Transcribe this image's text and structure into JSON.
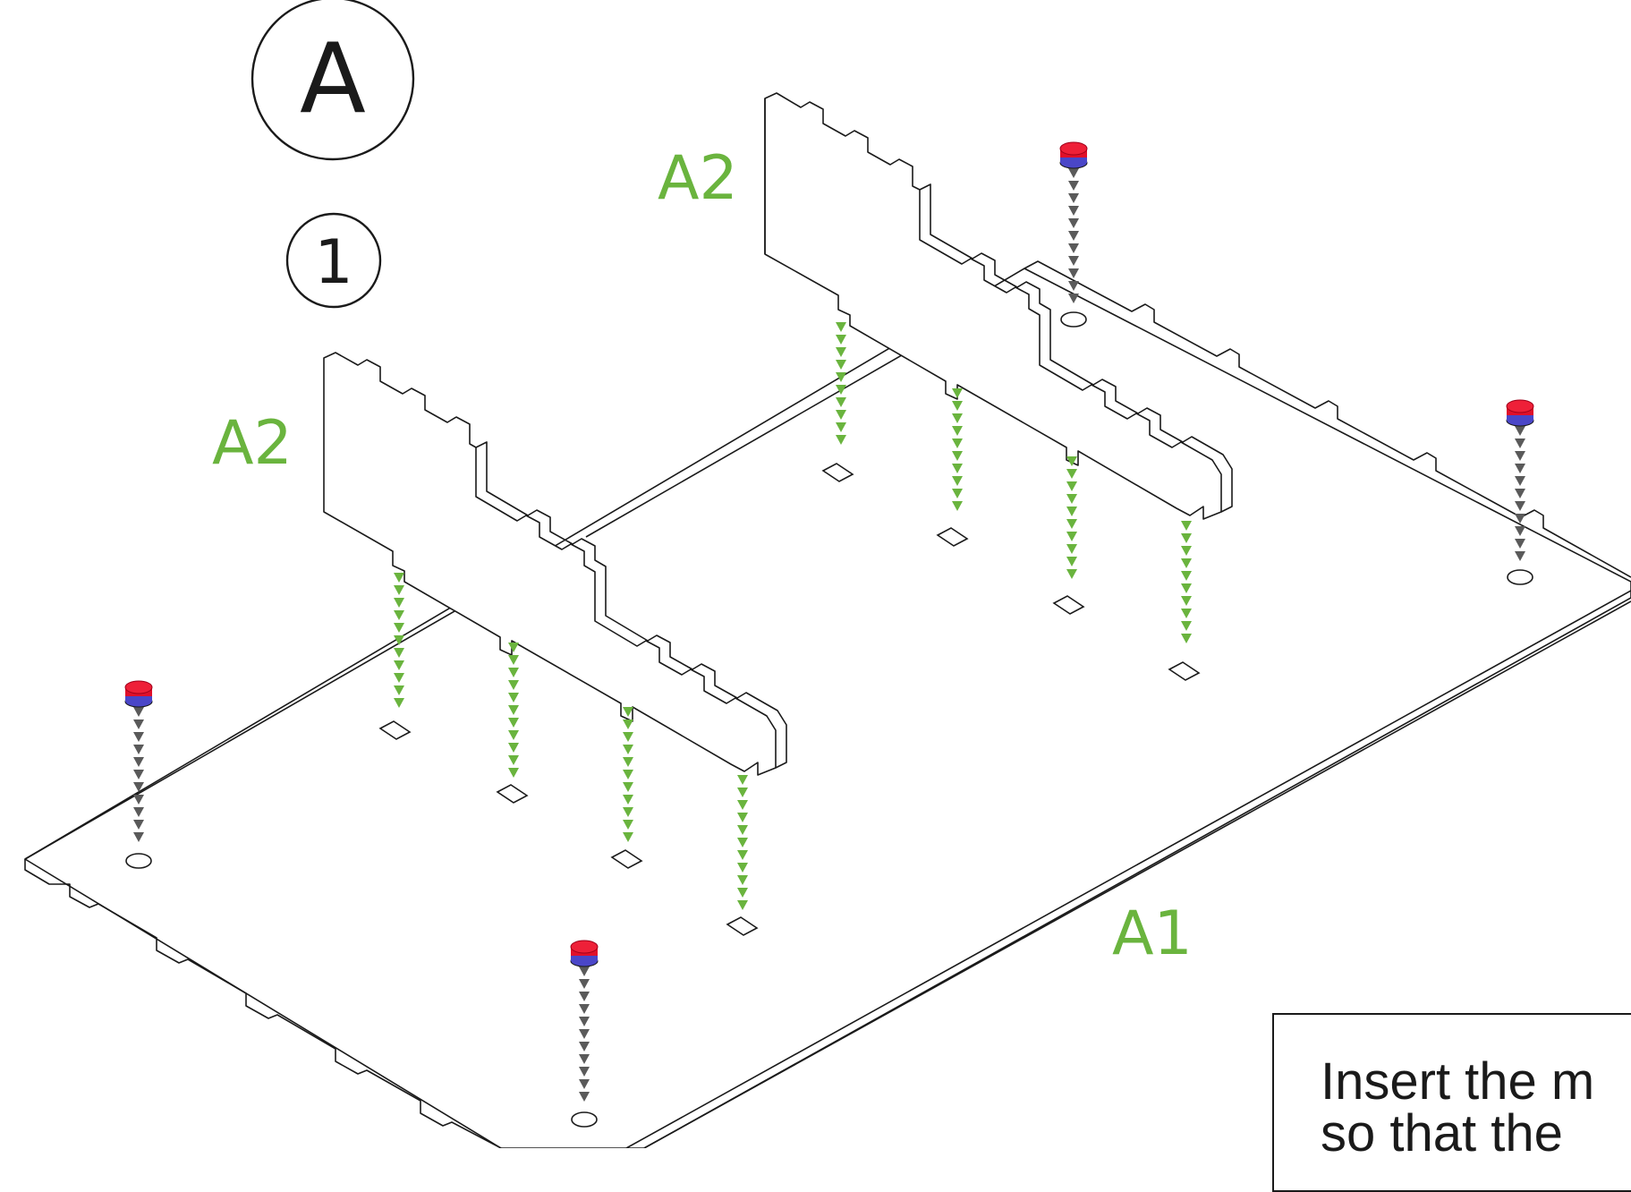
{
  "step_section": {
    "letter": "A"
  },
  "step": {
    "number": "1"
  },
  "parts": {
    "base_label": "A1",
    "divider_label_front": "A2",
    "divider_label_back": "A2"
  },
  "instruction": {
    "line1": "Insert the m",
    "line2": "so that the"
  },
  "colors": {
    "part_label": "#6ab43e",
    "tab_arrow": "#6ab43e",
    "magnet_arrow": "#5a5a5a",
    "magnet_top": "#e0102a",
    "magnet_bottom": "#4a46c8",
    "line": "#1a1a1a"
  },
  "icons": {
    "magnet": "magnet-icon",
    "arrow": "arrow-down-icon"
  }
}
